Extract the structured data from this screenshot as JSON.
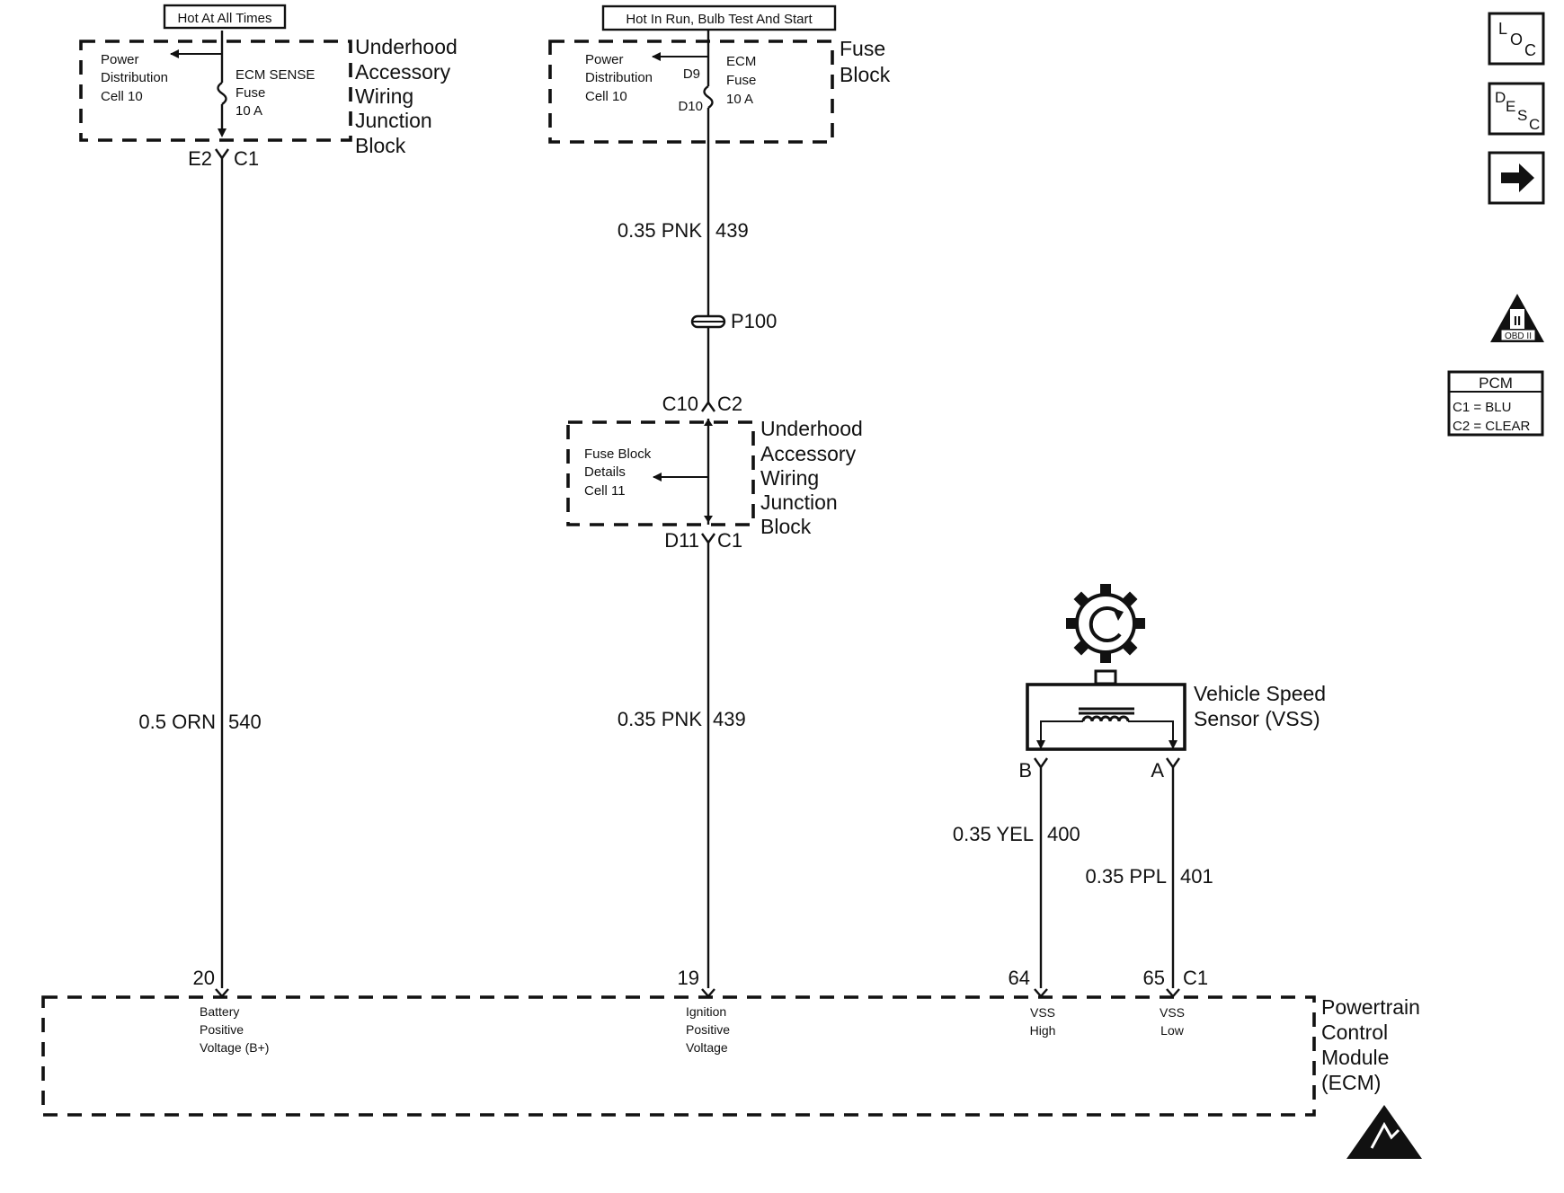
{
  "power_tags": {
    "hot_at_all_times": "Hot At All Times",
    "hot_in_run": "Hot In Run, Bulb Test And Start"
  },
  "uawjb_top": {
    "ref_line1": "Power",
    "ref_line2": "Distribution",
    "ref_line3": "Cell 10",
    "fuse_name": "ECM SENSE",
    "fuse_word": "Fuse",
    "fuse_rating": "10 A",
    "title_lines": [
      "Underhood",
      "Accessory",
      "Wiring",
      "Junction",
      "Block"
    ],
    "pin": "E2",
    "connector": "C1"
  },
  "fuse_block": {
    "ref_line1": "Power",
    "ref_line2": "Distribution",
    "ref_line3": "Cell 10",
    "fuse_name": "ECM",
    "fuse_word": "Fuse",
    "fuse_rating": "10 A",
    "pin_in": "D9",
    "pin_out": "D10",
    "title_lines": [
      "Fuse",
      "Block"
    ]
  },
  "wires": {
    "w439_upper": {
      "gauge_color": "0.35 PNK",
      "circuit": "439"
    },
    "w439_lower": {
      "gauge_color": "0.35 PNK",
      "circuit": "439"
    },
    "w540": {
      "gauge_color": "0.5 ORN",
      "circuit": "540"
    },
    "w400": {
      "gauge_color": "0.35 YEL",
      "circuit": "400"
    },
    "w401": {
      "gauge_color": "0.35 PPL",
      "circuit": "401"
    }
  },
  "splice": {
    "label": "P100"
  },
  "uawjb_mid": {
    "pin_in": "C10",
    "conn_in": "C2",
    "ref_line1": "Fuse Block",
    "ref_line2": "Details",
    "ref_line3": "Cell 11",
    "title_lines": [
      "Underhood",
      "Accessory",
      "Wiring",
      "Junction",
      "Block"
    ],
    "pin_out": "D11",
    "conn_out": "C1"
  },
  "vss": {
    "title_lines": [
      "Vehicle Speed",
      "Sensor (VSS)"
    ],
    "pin_b": "B",
    "pin_a": "A"
  },
  "pcm": {
    "pins": [
      {
        "num": "20",
        "lines": [
          "Battery",
          "Positive",
          "Voltage (B+)"
        ]
      },
      {
        "num": "19",
        "lines": [
          "Ignition",
          "Positive",
          "Voltage"
        ]
      },
      {
        "num": "64",
        "lines": [
          "VSS",
          "High"
        ]
      },
      {
        "num": "65",
        "lines": [
          "VSS",
          "Low"
        ]
      }
    ],
    "connector": "C1",
    "title_lines": [
      "Powertrain",
      "Control",
      "Module",
      "(ECM)"
    ]
  },
  "side_icons": {
    "loc": {
      "l1": "L",
      "l2": "O",
      "l3": "C"
    },
    "desc": {
      "l1": "D",
      "l2": "E",
      "l3": "S",
      "l4": "C"
    },
    "arrow": "next-arrow",
    "obd": {
      "roman": "II",
      "label": "OBD II"
    }
  },
  "pcm_legend": {
    "title": "PCM",
    "row1": "C1 = BLU",
    "row2": "C2 = CLEAR"
  }
}
